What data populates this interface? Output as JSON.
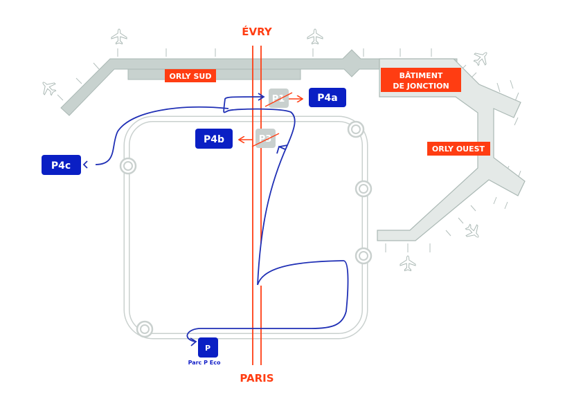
{
  "map": {
    "title": "Orly airport parking access map",
    "colors": {
      "terminal_fill": "#c8d2cf",
      "terminal_light": "#e4e9e7",
      "terminal_stroke": "#aab8b4",
      "road": "#c9d0ce",
      "highway": "#ff3d12",
      "route": "#1f2fb5",
      "parking": "#0a1fc4",
      "label_bg": "#ff3d12",
      "closed_bg": "#c9d0ce"
    },
    "directions": {
      "north": "ÉVRY",
      "south": "PARIS"
    },
    "terminals": [
      {
        "id": "orly-sud",
        "label": "ORLY SUD"
      },
      {
        "id": "batiment-jonction",
        "label_line1": "BÂTIMENT",
        "label_line2": "DE JONCTION"
      },
      {
        "id": "orly-ouest",
        "label": "ORLY OUEST"
      }
    ],
    "parkings": [
      {
        "id": "p4a",
        "label": "P4a",
        "status": "open"
      },
      {
        "id": "p4b",
        "label": "P4b",
        "status": "open"
      },
      {
        "id": "p4c",
        "label": "P4c",
        "status": "open"
      },
      {
        "id": "p-eco",
        "label": "P",
        "caption": "Parc P Eco",
        "status": "open"
      }
    ],
    "closed_parkings": [
      {
        "id": "p1",
        "label": "P1",
        "redirect_to": "P4a"
      },
      {
        "id": "p3",
        "label": "P3",
        "redirect_to": "P4b"
      }
    ],
    "icons": [
      "airplane-icon",
      "arrow-icon",
      "roundabout-icon"
    ]
  }
}
